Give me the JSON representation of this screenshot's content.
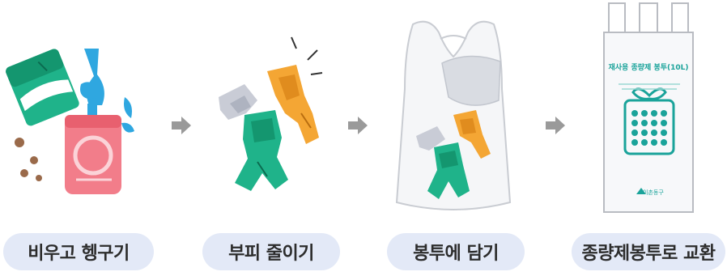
{
  "steps": [
    {
      "label": "비우고 헹구기",
      "icon": "rinse-bottle-icon"
    },
    {
      "label": "부피 줄이기",
      "icon": "crushed-bottles-icon"
    },
    {
      "label": "봉투에 담기",
      "icon": "plastic-bag-icon"
    },
    {
      "label": "종량제봉투로 교환",
      "icon": "trash-bag-exchange-icon"
    }
  ],
  "bag": {
    "title": "재사용 종량제 봉투(10L)",
    "issuer": "이촌동구"
  },
  "colors": {
    "green": "#1fb38a",
    "orange": "#f4a634",
    "pink": "#f27d8a",
    "blue": "#2fa7e0",
    "gray_arrow": "#9a9a9a",
    "pill_bg": "#e3e9f7",
    "bag_teal": "#1aa39a"
  }
}
